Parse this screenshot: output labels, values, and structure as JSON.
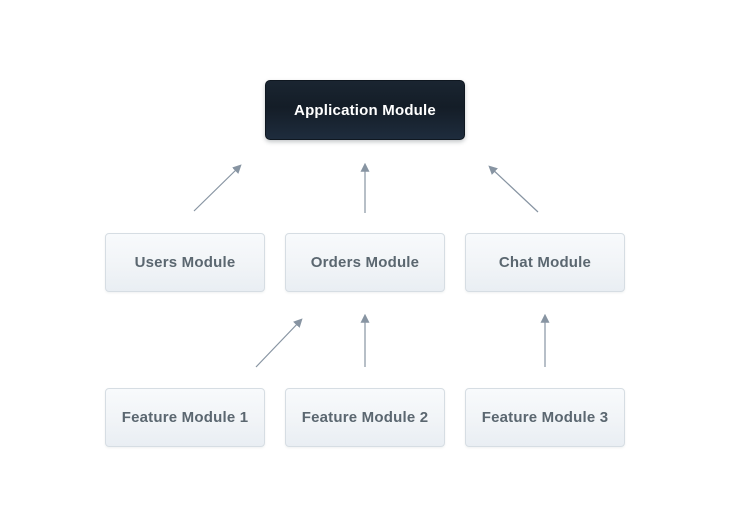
{
  "diagram": {
    "root": {
      "label": "Application Module"
    },
    "modules": [
      {
        "label": "Users Module"
      },
      {
        "label": "Orders Module"
      },
      {
        "label": "Chat Module"
      }
    ],
    "features": [
      {
        "label": "Feature Module 1"
      },
      {
        "label": "Feature Module 2"
      },
      {
        "label": "Feature Module 3"
      }
    ],
    "edges": [
      {
        "from": "Users Module",
        "to": "Application Module"
      },
      {
        "from": "Orders Module",
        "to": "Application Module"
      },
      {
        "from": "Chat Module",
        "to": "Application Module"
      },
      {
        "from": "Feature Module 1",
        "to": "Orders Module"
      },
      {
        "from": "Feature Module 2",
        "to": "Orders Module"
      },
      {
        "from": "Feature Module 3",
        "to": "Chat Module"
      }
    ],
    "colors": {
      "background": "#ffffff",
      "root_box_top": "#1a2531",
      "root_box_bottom": "#1e2c3d",
      "root_text": "#ffffff",
      "module_box_top": "#f8fafc",
      "module_box_bottom": "#e9eef3",
      "module_border": "#d6dde3",
      "module_text": "#5b6770",
      "arrow": "#8794a2"
    }
  }
}
